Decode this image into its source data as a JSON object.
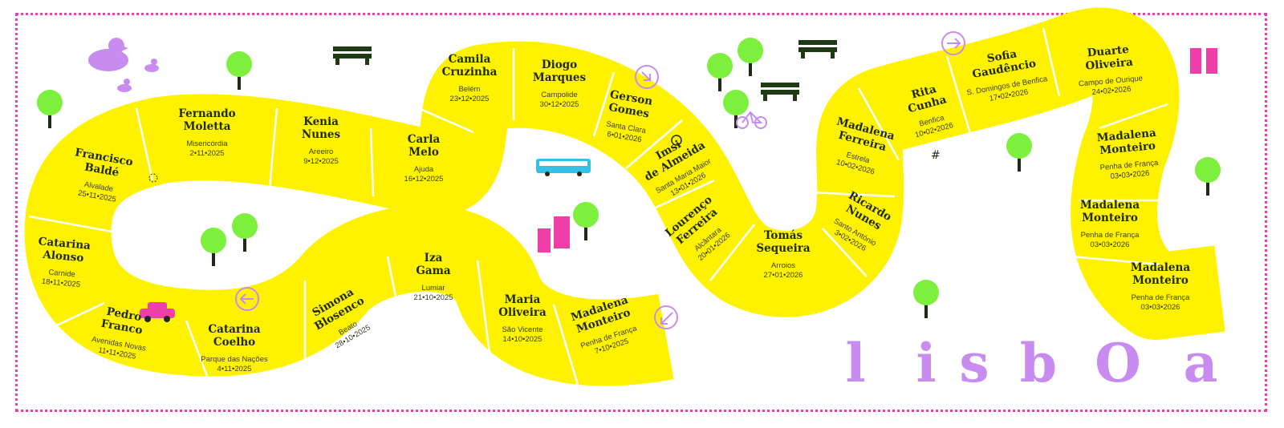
{
  "title": {
    "letters": [
      "l",
      "i",
      "s",
      "b",
      "O",
      "a"
    ]
  },
  "tiles": [
    {
      "name": "Madalena\nMonteiro",
      "place": "Penha de França",
      "date": "7•10•2025"
    },
    {
      "name": "Maria\nOliveira",
      "place": "São Vicente",
      "date": "14•10•2025"
    },
    {
      "name": "Iza\nGama",
      "place": "Lumiar",
      "date": "21•10•2025"
    },
    {
      "name": "Simona\nBlosenco",
      "place": "Beato",
      "date": "28•10•2025"
    },
    {
      "name": "Catarina\nCoelho",
      "place": "Parque das Nações",
      "date": "4•11•2025"
    },
    {
      "name": "Pedro\nFranco",
      "place": "Avenidas Novas",
      "date": "11•11•2025"
    },
    {
      "name": "Catarina\nAlonso",
      "place": "Carnide",
      "date": "18•11•2025"
    },
    {
      "name": "Francisco\nBaldé",
      "place": "Alvalade",
      "date": "25•11•2025"
    },
    {
      "name": "Fernando\nMoletta",
      "place": "Misericórdia",
      "date": "2•11•2025"
    },
    {
      "name": "Kenia\nNunes",
      "place": "Areeiro",
      "date": "9•12•2025"
    },
    {
      "name": "Carla\nMelo",
      "place": "Ajuda",
      "date": "16•12•2025"
    },
    {
      "name": "Camila\nCruzinha",
      "place": "Belém",
      "date": "23•12•2025"
    },
    {
      "name": "Diogo\nMarques",
      "place": "Campolide",
      "date": "30•12•2025"
    },
    {
      "name": "Gerson\nGomes",
      "place": "Santa Clara",
      "date": "6•01•2026"
    },
    {
      "name": "Imsi\nde Almeida",
      "place": "Santa Maria Maior",
      "date": "13•01•2026"
    },
    {
      "name": "Lourenço\nFerreira",
      "place": "Alcântara",
      "date": "20•01•2026"
    },
    {
      "name": "Tomás\nSequeira",
      "place": "Arroios",
      "date": "27•01•2026"
    },
    {
      "name": "Ricardo\nNunes",
      "place": "Santo António",
      "date": "3•02•2026"
    },
    {
      "name": "Madalena\nFerreira",
      "place": "Estrela",
      "date": "10•02•2026"
    },
    {
      "name": "Rita\nCunha",
      "place": "Benfica",
      "date": "10•02•2026"
    },
    {
      "name": "Sofia\nGaudêncio",
      "place": "S. Domingos de Benfica",
      "date": "17•02•2026"
    },
    {
      "name": "Duarte\nOliveira",
      "place": "Campo de Ourique",
      "date": "24•02•2026"
    },
    {
      "name": "Madalena\nMonteiro",
      "place": "Penha de França",
      "date": "03•03•2026"
    },
    {
      "name": "Madalena\nMonteiro",
      "place": "Penha de França",
      "date": "03•03•2026"
    },
    {
      "name": "Madalena\nMonteiro",
      "place": "Penha de França",
      "date": "03•03•2026"
    }
  ],
  "colors": {
    "road": "#fff200",
    "road_edge": "#ffffff",
    "text": "#1e2a14",
    "tree": "#7cf03c",
    "title": "#c88cf0",
    "frame": "#ee3fa8"
  },
  "icons": [
    "duck-icon",
    "tree-icon",
    "bench-icon",
    "bus-icon",
    "car-icon",
    "bicycle-icon",
    "building-icon",
    "arrow-icon",
    "smiley-icon"
  ]
}
